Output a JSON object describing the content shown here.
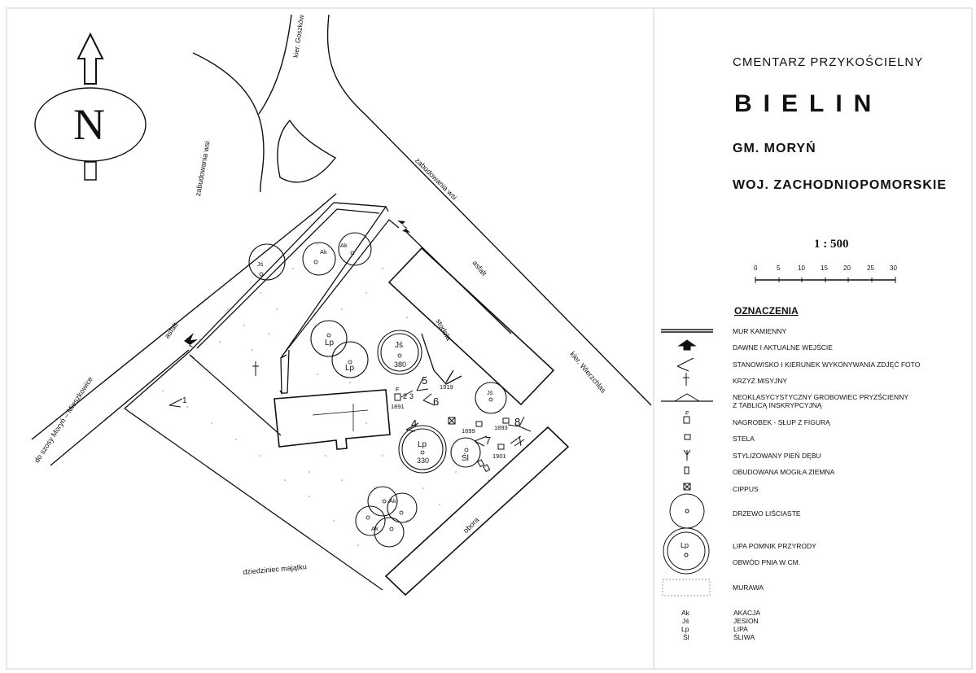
{
  "title": {
    "line1": "CMENTARZ PRZYKOŚCIELNY",
    "line2": "BIELIN",
    "line3": "GM. MORYŃ",
    "line4": "WOJ. ZACHODNIOPOMORSKIE"
  },
  "compass": {
    "letter": "N"
  },
  "scale": {
    "ratio": "1 : 500",
    "ticks": [
      "0",
      "5",
      "10",
      "15",
      "20",
      "25",
      "30"
    ]
  },
  "legend": {
    "title": "OZNACZENIA",
    "items": [
      {
        "icon": "stone-wall-icon",
        "label": "MUR KAMIENNY"
      },
      {
        "icon": "entrance-arrow-icon",
        "label": "DAWNE I AKTUALNE WEJŚCIE"
      },
      {
        "icon": "photo-position-icon",
        "label": "STANOWISKO I KIERUNEK WYKONYWANIA ZDJĘĆ FOTO"
      },
      {
        "icon": "mission-cross-icon",
        "label": "KRZYŻ MISYJNY"
      },
      {
        "icon": "neoclassical-tomb-icon",
        "label": "NEOKLASYCYSTYCZNY GROBOWIEC PRYZŚCIENNY",
        "label2": "Z TABLICĄ INSKRYPCYJNĄ"
      },
      {
        "icon": "tombstone-pillar-icon",
        "label": "NAGROBEK - SŁUP Z FIGURĄ"
      },
      {
        "icon": "stela-icon",
        "label": "STELA"
      },
      {
        "icon": "oak-stump-icon",
        "label": "STYLIZOWANY PIEŃ DĘBU"
      },
      {
        "icon": "earth-grave-icon",
        "label": "OBUDOWANA MOGIŁA ZIEMNA"
      },
      {
        "icon": "cippus-icon",
        "label": "CIPPUS"
      },
      {
        "icon": "deciduous-tree-icon",
        "label": "DRZEWO LIŚCIASTE"
      },
      {
        "icon": "linden-monument-icon",
        "label": "LIPA POMNIK PRZYRODY",
        "label2": "OBWÓD PNIA W CM.",
        "symbol": "Lp"
      },
      {
        "icon": "lawn-icon",
        "label": "MURAWA"
      }
    ],
    "abbreviations": [
      {
        "code": "Ak",
        "name": "AKACJA"
      },
      {
        "code": "Jś",
        "name": "JESION"
      },
      {
        "code": "Lp",
        "name": "LIPA"
      },
      {
        "code": "Śl",
        "name": "ŚLIWA"
      }
    ]
  },
  "map_labels": {
    "road_goszkow": "kier. Goszków",
    "village_left": "zabudowania wsi",
    "village_right": "zabudowania wsi",
    "asphalt_right": "asfalt",
    "asphalt_left": "asfalt",
    "road_wierzchlas": "kier. Wierzchlas",
    "road_moryn": "do szosy Moryń – Mieszkowice",
    "manor_yard": "dziedziniec majątku",
    "barn": "stodoła",
    "cowshed": "obora"
  },
  "trees": [
    {
      "code": "Jś"
    },
    {
      "code": "Ak"
    },
    {
      "code": "Ak"
    },
    {
      "code": "Lp"
    },
    {
      "code": "Lp"
    },
    {
      "code": "Jś",
      "girth": "380"
    },
    {
      "code": "Jś"
    },
    {
      "code": "Lp",
      "girth": "330"
    },
    {
      "code": "Śl"
    },
    {
      "code": "Ak"
    },
    {
      "code": "Ak"
    }
  ],
  "photo_numbers": [
    "1",
    "2",
    "3",
    "4",
    "5",
    "6",
    "7",
    "8"
  ],
  "years": [
    "1891",
    "1919",
    "1899",
    "1893",
    "1901"
  ],
  "marker_f": "F"
}
